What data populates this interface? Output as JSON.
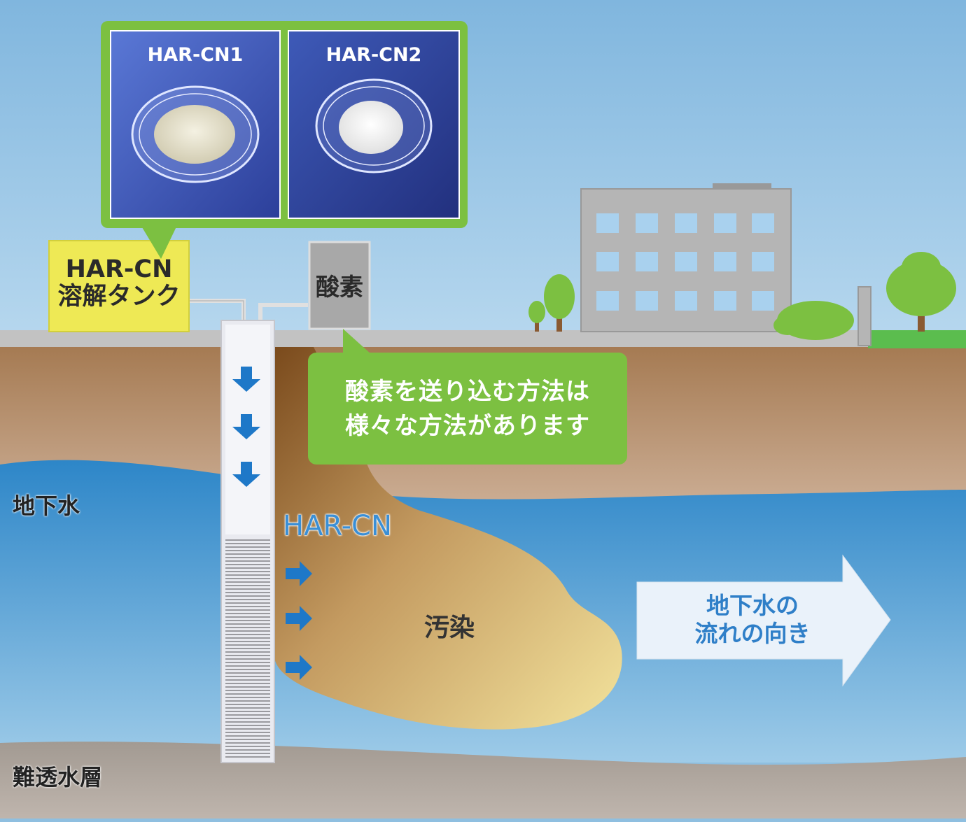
{
  "tank": {
    "label": "HAR-CN\n溶解タンク"
  },
  "oxygen": {
    "label": "酸素"
  },
  "oxygen_note": {
    "text": "酸素を送り込む方法は\n様々な方法があります"
  },
  "products": [
    {
      "label": "HAR-CN1"
    },
    {
      "label": "HAR-CN2"
    }
  ],
  "layers": {
    "groundwater": "地下水",
    "aquitard": "難透水層"
  },
  "injection_label": "HAR-CN",
  "contamination_label": "汚染",
  "flow_direction_label": "地下水の\n流れの向き",
  "colors": {
    "sky": "#8fbfe0",
    "soil": "#a87f58",
    "groundwater": "#3a8ccc",
    "aquitard": "#a59d96",
    "accent_green": "#7cc041",
    "tank_yellow": "#eee955",
    "plume": "#d6b16f",
    "arrow_blue": "#1e78c8"
  }
}
